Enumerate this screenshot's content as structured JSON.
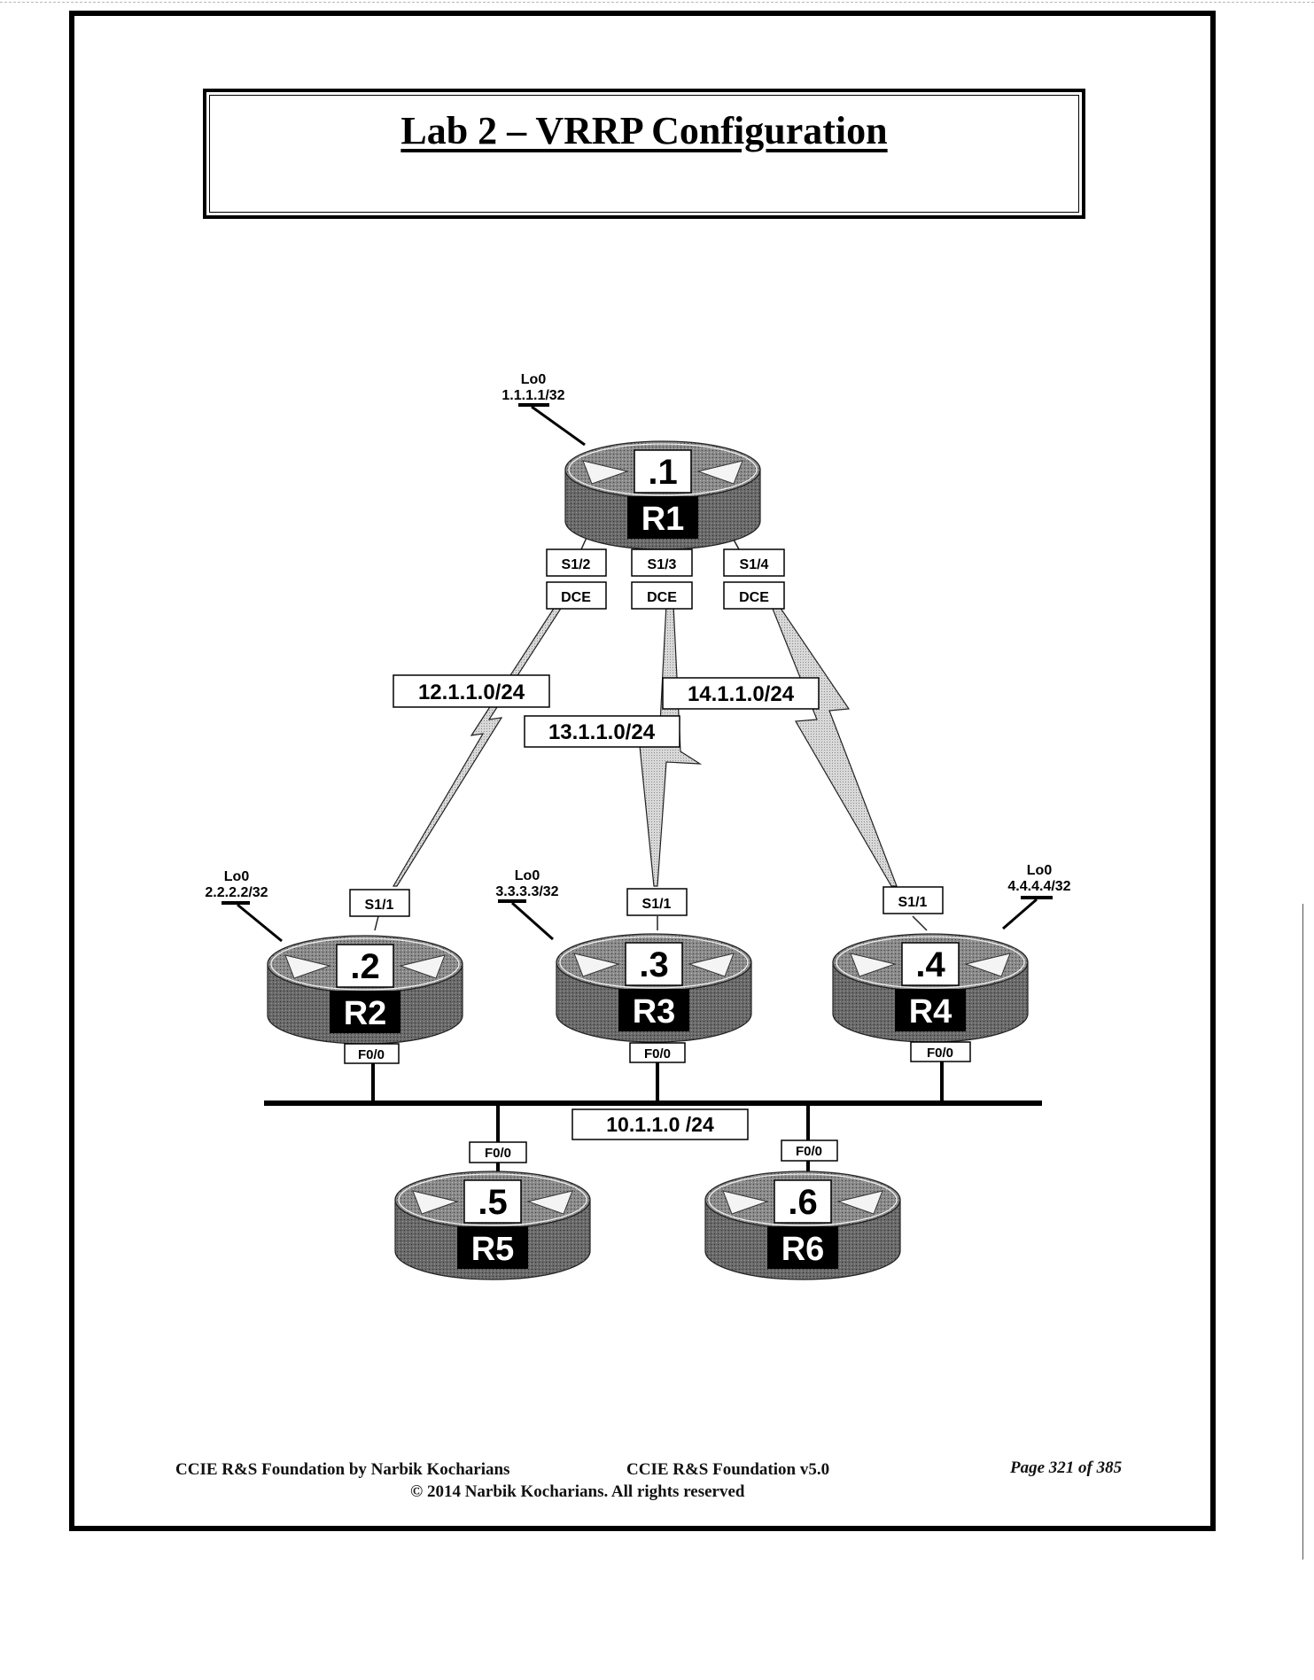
{
  "title": "Lab 2 – VRRP Configuration",
  "routers": [
    {
      "name": "R1",
      "host": ".1",
      "loopback": {
        "label": "Lo0",
        "address": "1.1.1.1/32"
      }
    },
    {
      "name": "R2",
      "host": ".2",
      "loopback": {
        "label": "Lo0",
        "address": "2.2.2.2/32"
      }
    },
    {
      "name": "R3",
      "host": ".3",
      "loopback": {
        "label": "Lo0",
        "address": "3.3.3.3/32"
      }
    },
    {
      "name": "R4",
      "host": ".4",
      "loopback": {
        "label": "Lo0",
        "address": "4.4.4.4/32"
      }
    },
    {
      "name": "R5",
      "host": ".5"
    },
    {
      "name": "R6",
      "host": ".6"
    }
  ],
  "serial_links": [
    {
      "network": "12.1.1.0/24",
      "r1_interface": "S1/2",
      "r1_role": "DCE",
      "far_router": "R2",
      "far_interface": "S1/1"
    },
    {
      "network": "13.1.1.0/24",
      "r1_interface": "S1/3",
      "r1_role": "DCE",
      "far_router": "R3",
      "far_interface": "S1/1"
    },
    {
      "network": "14.1.1.0/24",
      "r1_interface": "S1/4",
      "r1_role": "DCE",
      "far_router": "R4",
      "far_interface": "S1/1"
    }
  ],
  "lan": {
    "network": "10.1.1.0 /24",
    "interfaces": [
      {
        "router": "R2",
        "interface": "F0/0"
      },
      {
        "router": "R3",
        "interface": "F0/0"
      },
      {
        "router": "R4",
        "interface": "F0/0"
      },
      {
        "router": "R5",
        "interface": "F0/0"
      },
      {
        "router": "R6",
        "interface": "F0/0"
      }
    ]
  },
  "footer": {
    "left": "CCIE R&S Foundation by Narbik Kocharians",
    "middle": "CCIE R&S Foundation v5.0",
    "page": "Page 321 of 385",
    "copyright": "© 2014 Narbik Kocharians. All rights reserved"
  }
}
